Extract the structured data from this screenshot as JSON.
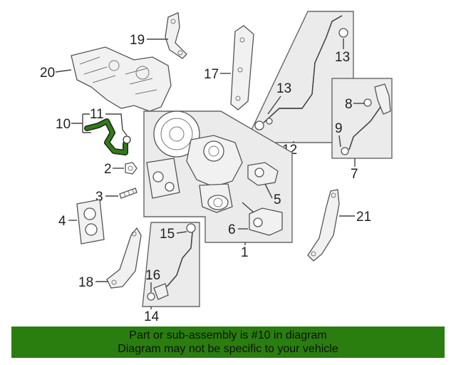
{
  "callouts": {
    "c1": "1",
    "c2": "2",
    "c3": "3",
    "c4": "4",
    "c5": "5",
    "c6": "6",
    "c7": "7",
    "c8": "8",
    "c9": "9",
    "c10": "10",
    "c11": "11",
    "c12": "12",
    "c13a": "13",
    "c13b": "13",
    "c14": "14",
    "c15": "15",
    "c16": "16",
    "c17": "17",
    "c18": "18",
    "c19": "19",
    "c20": "20",
    "c21": "21"
  },
  "banner": {
    "line1": "Part or sub-assembly is #10 in diagram",
    "line2": "Diagram may not be specific to your vehicle"
  },
  "colors": {
    "highlight": "#2f7d14",
    "banner_bg": "#2a7d0f"
  }
}
